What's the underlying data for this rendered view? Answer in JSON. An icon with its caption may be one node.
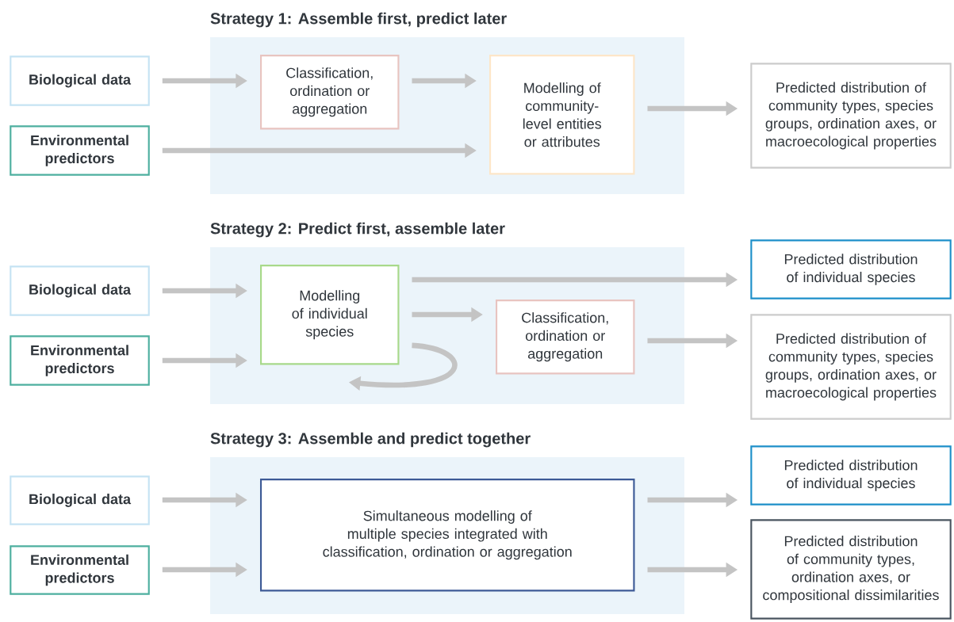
{
  "diagram": {
    "nodes": [
      {
        "text": [
          "Strategy 1: Assemble first, predict later"
        ]
      },
      {
        "text": [
          "Biological data"
        ]
      },
      {
        "text": [
          "Environmental predictors"
        ]
      },
      {
        "text": [
          "Classification, ordination or aggregation"
        ],
        "in": 0
      },
      {
        "text": [
          "Modelling of community-level entities or attributes"
        ],
        "in": 0
      },
      {
        "text": [
          "Predicted distribution of community types, species groups, ordination axes, or macroecological properties"
        ]
      },
      {
        "text": [
          "Strategy 2: Predict first, assemble later"
        ]
      },
      {
        "text": [
          "Biological data"
        ]
      },
      {
        "text": [
          "Environmental predictors"
        ]
      },
      {
        "text": [
          "Modelling of individual species"
        ],
        "in": 6
      },
      {
        "text": [
          "Classification, ordination or aggregation"
        ],
        "in": 6
      },
      {
        "text": [
          "Predicted distribution of individual species"
        ]
      },
      {
        "text": [
          "Predicted distribution of community types, species groups, ordination axes, or macroecological properties"
        ]
      },
      {
        "text": [
          "Strategy 3: Assemble and predict together"
        ]
      },
      {
        "text": [
          "Biological data"
        ]
      },
      {
        "text": [
          "Environmental predictors"
        ]
      },
      {
        "text": [
          "Simultaneous modelling of multiple species integrated with classification, ordination or aggregation"
        ],
        "in": 13
      },
      {
        "text": [
          "Predicted distribution of individual species"
        ]
      },
      {
        "text": [
          "Predicted distribution of community types, ordination axes, or compositional dissimilarities"
        ]
      }
    ],
    "edges": [
      {
        "from": 1,
        "to": 3,
        "arrow": "to"
      },
      {
        "from": 3,
        "to": 4,
        "arrow": "to"
      },
      {
        "from": 2,
        "to": 4,
        "arrow": "to"
      },
      {
        "from": 4,
        "to": 5,
        "arrow": "to"
      },
      {
        "from": 7,
        "to": 9,
        "arrow": "to"
      },
      {
        "from": 8,
        "to": 9,
        "arrow": "to"
      },
      {
        "from": 9,
        "to": 11,
        "arrow": "to"
      },
      {
        "from": 9,
        "to": 10,
        "arrow": "to"
      },
      {
        "from": 10,
        "to": 12,
        "arrow": "to"
      },
      {
        "from": 9,
        "to": 9,
        "arrow": "to"
      },
      {
        "from": 14,
        "to": 16,
        "arrow": "to"
      },
      {
        "from": 15,
        "to": 16,
        "arrow": "to"
      },
      {
        "from": 16,
        "to": 17,
        "arrow": "to"
      },
      {
        "from": 16,
        "to": 18,
        "arrow": "to"
      }
    ]
  }
}
